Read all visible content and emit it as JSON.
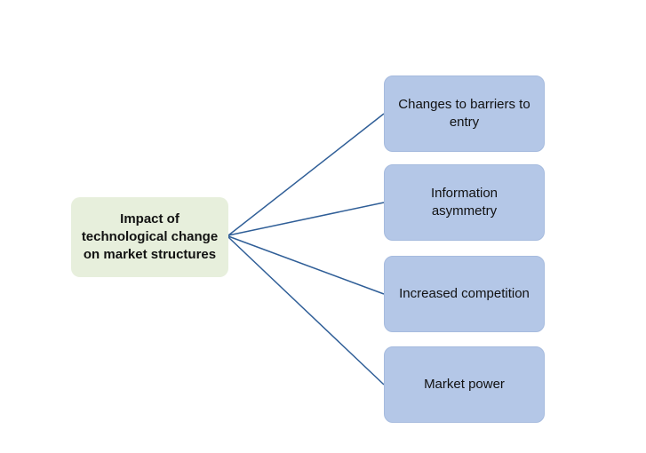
{
  "diagram": {
    "root": {
      "label": "Impact of technological change on market structures"
    },
    "nodes": [
      {
        "label": "Changes to barriers to entry"
      },
      {
        "label": "Information asymmetry"
      },
      {
        "label": "Increased competition"
      },
      {
        "label": "Market power"
      }
    ],
    "colors": {
      "root_fill": "#e7efdc",
      "node_fill": "#b4c7e7",
      "line_color": "#2f5e97"
    }
  }
}
